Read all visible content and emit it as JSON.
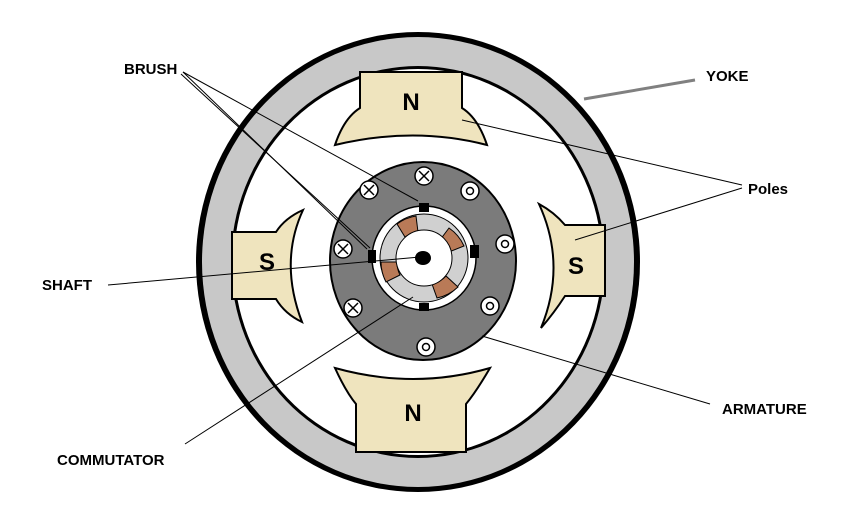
{
  "labels": {
    "brush": "BRUSH",
    "yoke": "YOKE",
    "poles": "Poles",
    "shaft": "SHAFT",
    "armature": "ARMATURE",
    "commutator": "COMMUTATOR"
  },
  "poles": {
    "top": "N",
    "bottom": "N",
    "left": "S",
    "right": "S"
  },
  "colors": {
    "yoke_ring": "#c8c8c8",
    "pole_fill": "#efe4be",
    "armature_fill": "#7b7b7b",
    "commutator_segment": "#b97a57",
    "brush": "#000000",
    "yoke_pointer": "#808080"
  }
}
